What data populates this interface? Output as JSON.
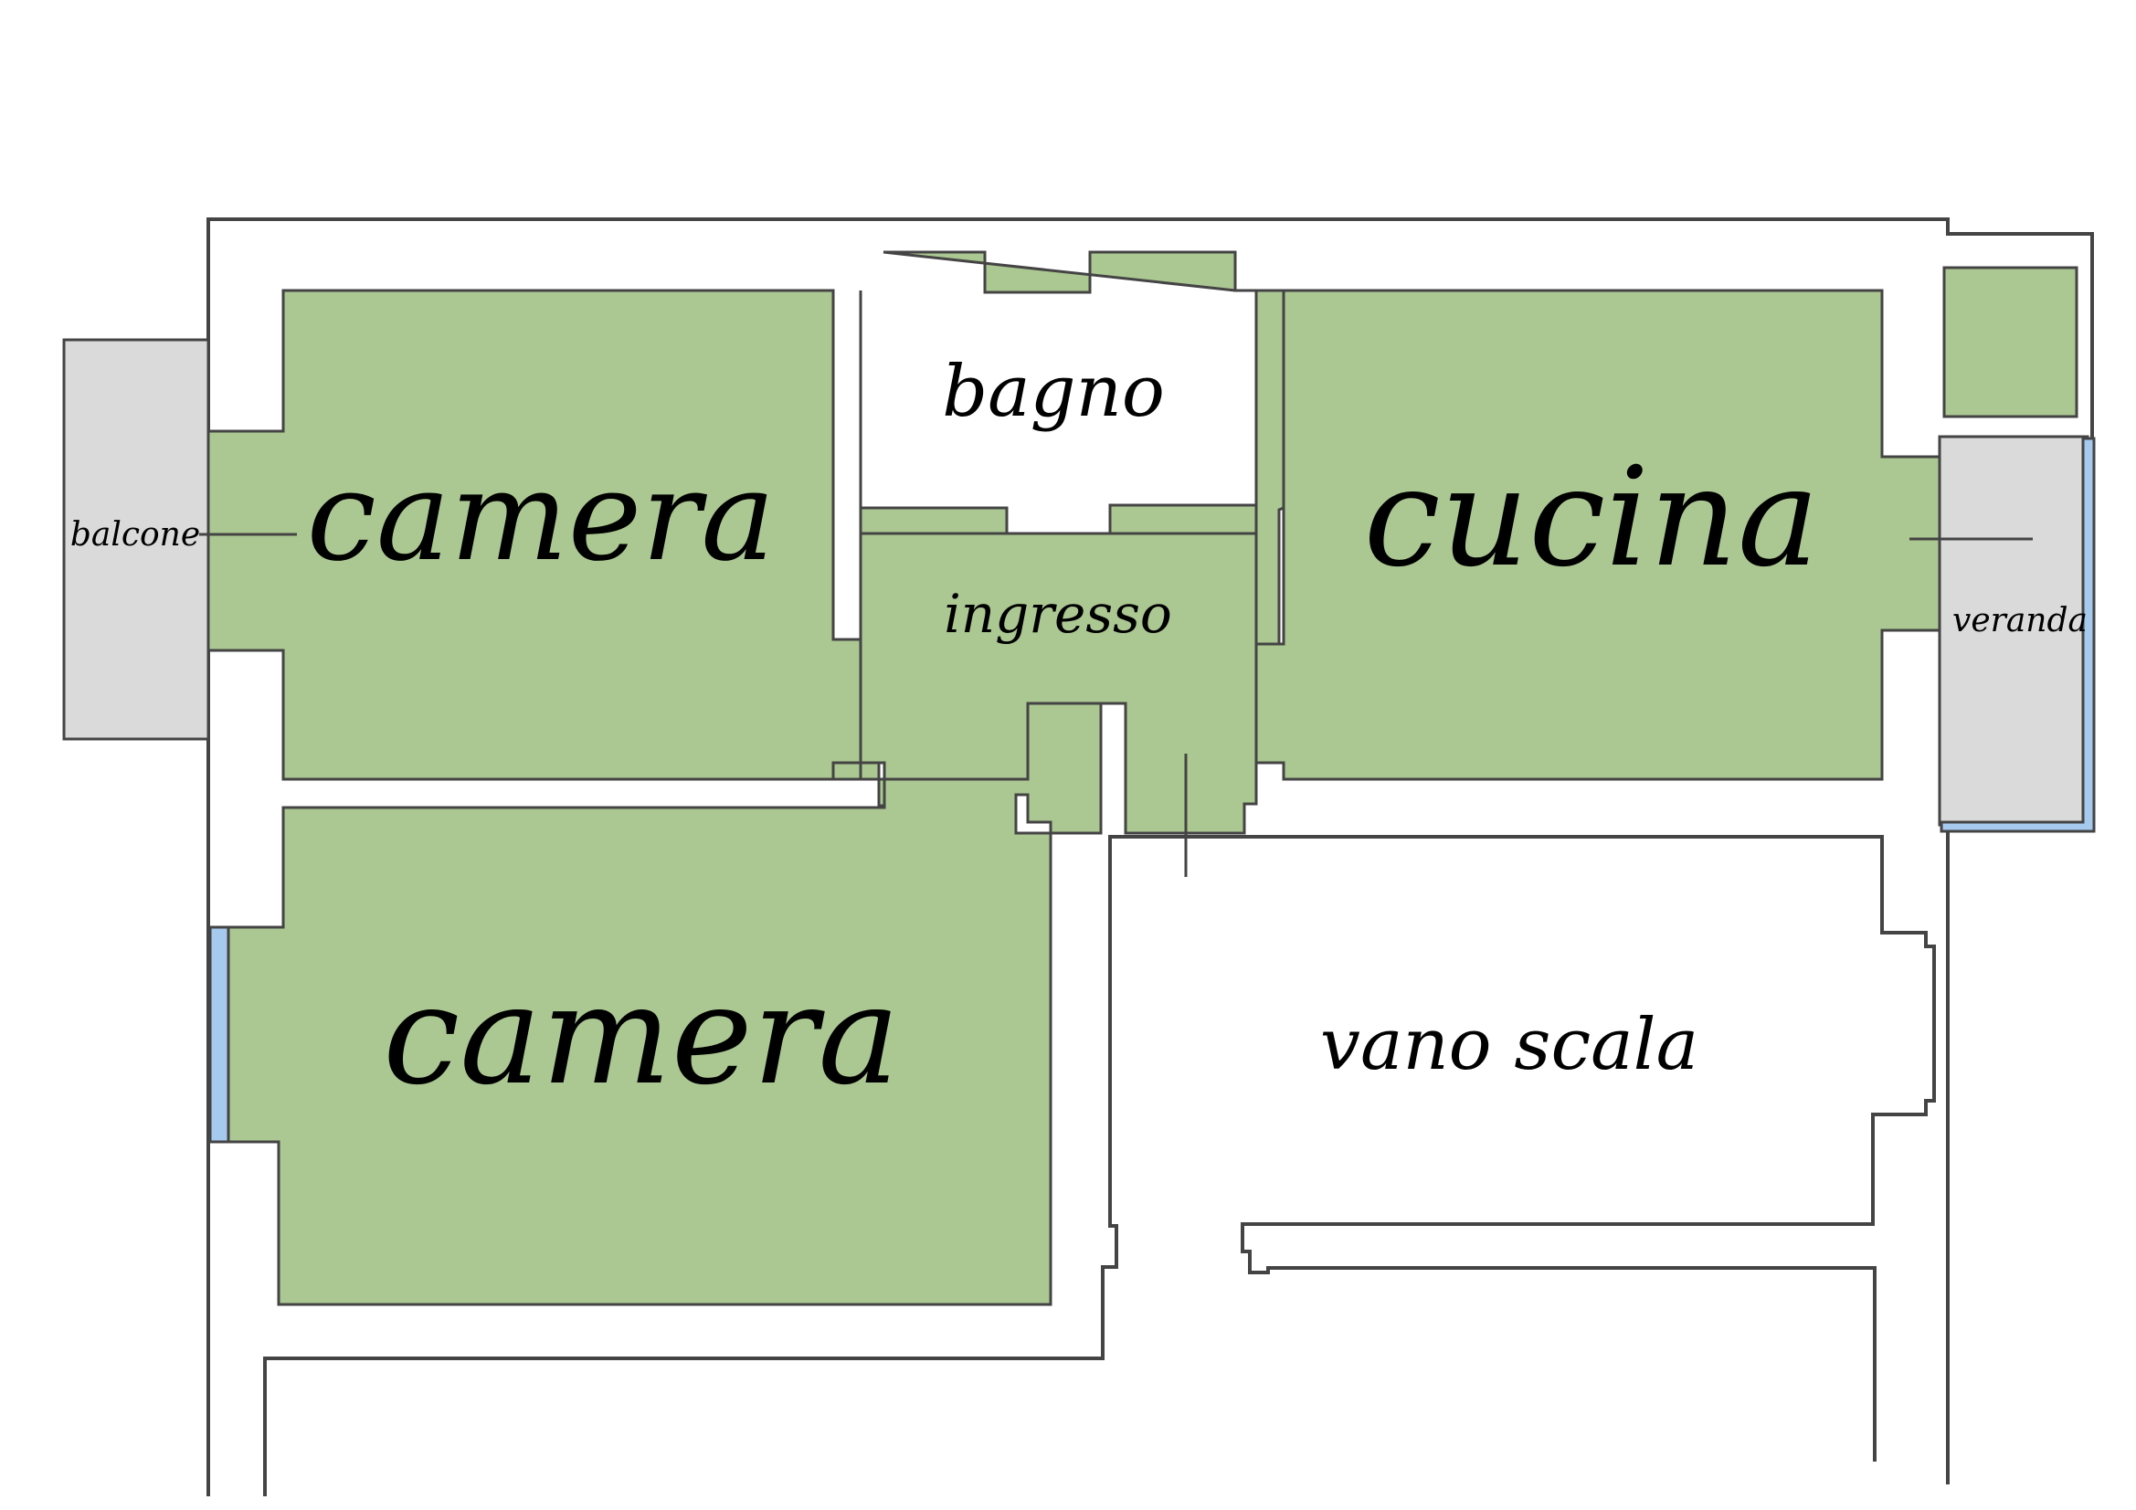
{
  "colors": {
    "room_fill": "#abc792",
    "exterior_fill": "#dadada",
    "window_fill": "#a6c9ee",
    "wall_stroke": "#444444",
    "background": "#ffffff"
  },
  "rooms": {
    "camera_top": {
      "label": "camera"
    },
    "camera_bottom": {
      "label": "camera"
    },
    "bagno": {
      "label": "bagno"
    },
    "ingresso": {
      "label": "ingresso"
    },
    "cucina": {
      "label": "cucina"
    },
    "vano_scala": {
      "label": "vano scala"
    },
    "balcone": {
      "label": "balcone"
    },
    "veranda": {
      "label": "veranda"
    }
  }
}
